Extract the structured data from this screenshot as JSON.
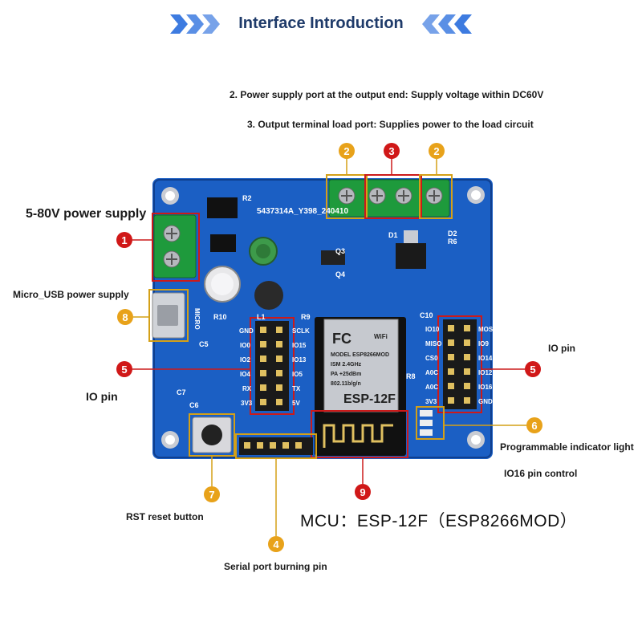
{
  "header": {
    "title": "Interface Introduction"
  },
  "callouts": {
    "output_supply": "2. Power supply port at the output end: Supply voltage within DC60V",
    "output_load": "3. Output terminal load port: Supplies power to the load circuit",
    "power_in": "5-80V power supply",
    "micro_usb": "Micro_USB power supply",
    "io_left": "IO pin",
    "io_right": "IO pin",
    "indicator": "Programmable indicator light",
    "io16": "IO16 pin control",
    "rst": "RST reset button",
    "serial": "Serial port burning pin",
    "mcu": "MCU：ESP-12F（ESP8266MOD）"
  },
  "markers": {
    "m1": "1",
    "m2a": "2",
    "m2b": "2",
    "m3": "3",
    "m4": "4",
    "m5a": "5",
    "m5b": "5",
    "m6": "6",
    "m7": "7",
    "m8": "8",
    "m9": "9"
  },
  "board": {
    "silk_code": "5437314A_Y398_240410",
    "left_header_labels_a": [
      "GND",
      "IO0",
      "IO2",
      "IO4",
      "RX",
      "3V3"
    ],
    "left_header_labels_b": [
      "SCLK",
      "IO15",
      "IO13",
      "IO5",
      "TX",
      "5V"
    ],
    "right_header_labels_a": [
      "IO10",
      "MISO",
      "CS0",
      "A0C",
      "A0C",
      "3V3"
    ],
    "right_header_labels_b": [
      "MOSI",
      "IO9",
      "IO14",
      "IO12",
      "IO16",
      "GND"
    ],
    "module": {
      "brand": "FC",
      "lines": [
        "MODEL  ESP8266MOD",
        "ISM 2.4GHz",
        "PA +25dBm",
        "802.11b/g/n"
      ],
      "name": "ESP-12F",
      "wifi": "WiFi"
    },
    "parts": {
      "r2": "R2",
      "r10": "R10",
      "r9": "R9",
      "c10": "C10",
      "c5": "C5",
      "c6": "C6",
      "c7": "C7",
      "r8": "R8",
      "l1": "L1",
      "q3": "Q3",
      "q4": "Q4",
      "d1": "D1",
      "d2": "D2",
      "r6": "R6",
      "micro": "MICRO"
    }
  },
  "colors": {
    "board": "#1b5fc4",
    "board_dark": "#0f3f8f",
    "marker_red": "#d01818",
    "marker_orange": "#e8a21a",
    "terminal": "#1e9a3c",
    "callout_box_orange": "#d4a017",
    "callout_box_red": "#cc1a1a"
  }
}
